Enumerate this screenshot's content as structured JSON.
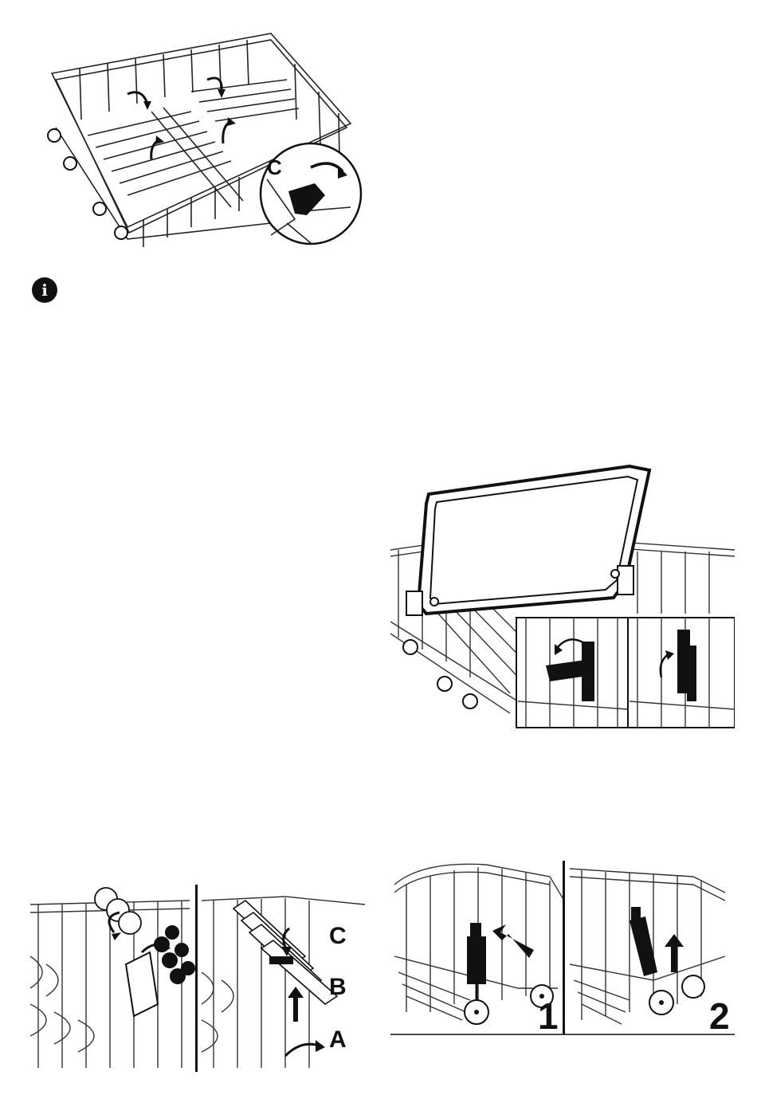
{
  "figure1": {
    "inset_label": "C"
  },
  "info_icon": {
    "glyph": "i"
  },
  "figure4": {
    "labels": [
      "C",
      "B",
      "A"
    ]
  },
  "figure5": {
    "labels": [
      "1",
      "2"
    ]
  }
}
